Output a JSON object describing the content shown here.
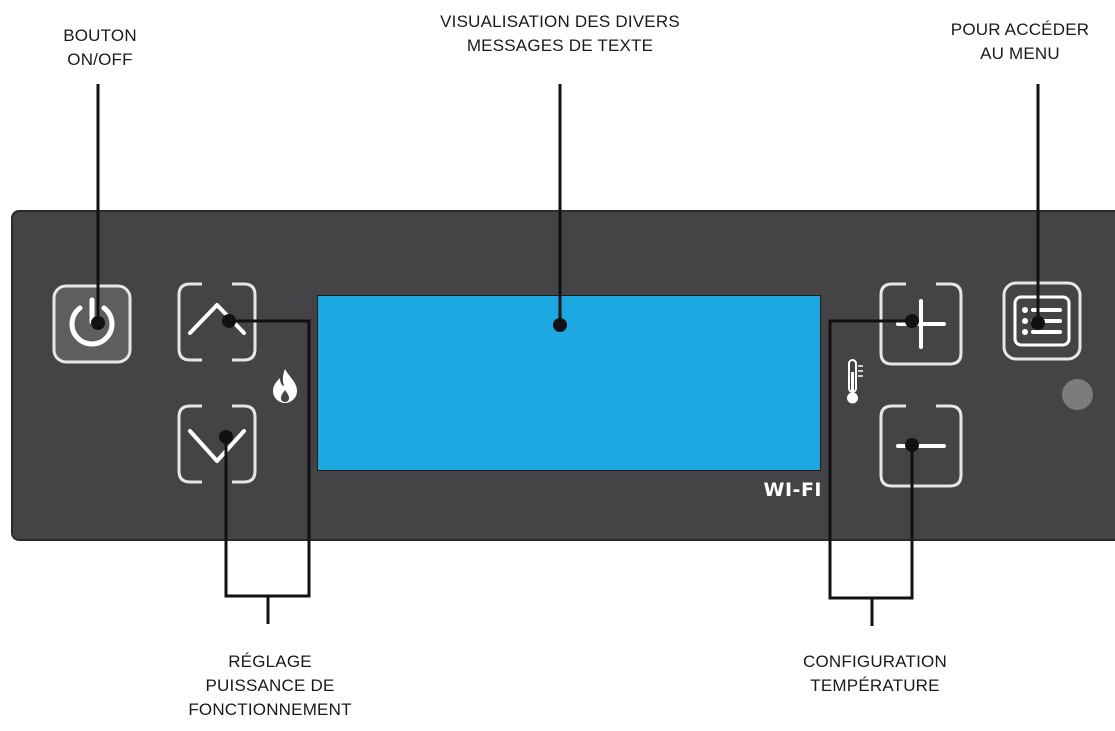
{
  "labels": {
    "on_off": [
      "BOUTON",
      "ON/OFF"
    ],
    "display": [
      "VISUALISATION DES DIVERS",
      "MESSAGES DE TEXTE"
    ],
    "menu": [
      "POUR ACCÉDER",
      "AU MENU"
    ],
    "power_setting": [
      "RÉGLAGE",
      "PUISSANCE DE",
      "FONCTIONNEMENT"
    ],
    "temperature": [
      "CONFIGURATION",
      "TEMPÉRATURE"
    ]
  },
  "panel": {
    "wifi_label": "WI-FI",
    "display_color": "#1ca9e2",
    "body_color": "#444446"
  },
  "icons": {
    "power": "power-icon",
    "up": "chevron-up-icon",
    "down": "chevron-down-icon",
    "plus": "plus-icon",
    "minus": "minus-icon",
    "menu": "menu-list-icon",
    "flame": "flame-icon",
    "thermometer": "thermometer-icon"
  }
}
